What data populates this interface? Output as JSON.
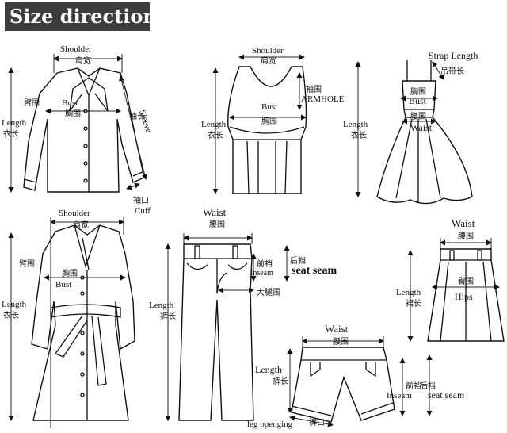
{
  "header": {
    "title": "Size direction",
    "colors": {
      "banner_bg": "#3d3d3d",
      "banner_text": "#ffffff"
    }
  },
  "blouse": {
    "shoulder_en": "Shoulder",
    "shoulder_cn": "肩宽",
    "bust_en": "Bust",
    "bust_cn": "胸围",
    "arm_cn": "臂围",
    "length_en": "Length",
    "length_cn": "衣长",
    "sleeve_cn": "袖长",
    "sleeve_en": "Sleeve",
    "cuff_cn": "袖口",
    "cuff_en": "Cuff"
  },
  "vest": {
    "shoulder_en": "Shoulder",
    "shoulder_cn": "肩宽",
    "bust_en": "Bust",
    "bust_cn": "胸围",
    "length_en": "Length",
    "length_cn": "衣长",
    "armhole_cn": "袖围",
    "armhole_en": "ARMHOLE"
  },
  "dress": {
    "strap_en": "Strap Length",
    "strap_cn": "吊带长",
    "bust_cn": "胸围",
    "bust_en": "Bust",
    "waist_cn": "腰围",
    "waist_en": "Waist",
    "length_en": "Length",
    "length_cn": "衣长"
  },
  "coat": {
    "shoulder_en": "Shoulder",
    "shoulder_cn": "肩宽",
    "arm_cn": "臂围",
    "bust_cn": "胸围",
    "bust_en": "Bust",
    "length_en": "Length",
    "length_cn": "衣长"
  },
  "pants": {
    "waist_en": "Waist",
    "waist_cn": "腰围",
    "front_rise_cn": "前裆",
    "back_rise_cn": "后裆",
    "inseam_en": "Inseam",
    "seat_seam_en": "seat seam",
    "thigh_cn": "大腿围",
    "length_en": "Length",
    "length_cn": "裤长"
  },
  "skirt": {
    "waist_en": "Waist",
    "waist_cn": "腰围",
    "hips_cn": "臀围",
    "hips_en": "Hips",
    "length_en": "Length",
    "length_cn": "裙长"
  },
  "shorts": {
    "waist_en": "Waist",
    "waist_cn": "腰围",
    "length_en": "Length",
    "length_cn": "裤长",
    "front_rise_cn": "前裆",
    "back_rise_cn": "后裆",
    "inseam_en": "Inseam",
    "seat_seam_en": "seat seam",
    "leg_opening_en": "leg openging",
    "leg_opening_cn": "裤口"
  }
}
